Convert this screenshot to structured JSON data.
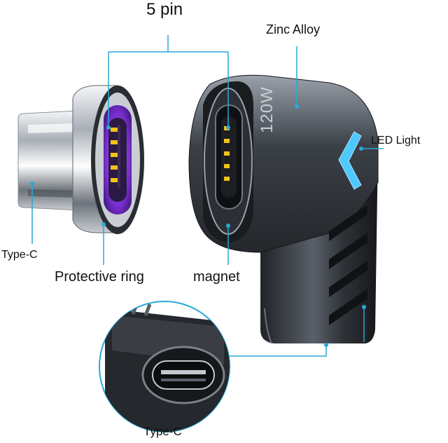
{
  "labels": {
    "pin_count": "5 pin",
    "body_material": "Zinc Alloy",
    "indicator": "LED Light",
    "left_connector": "Type-C",
    "ring": "Protective ring",
    "magnet": "magnet",
    "bottom_connector": "Type-C",
    "power_rating": "120W"
  },
  "colors": {
    "callout_line": "#29a9d6",
    "led": "#4fc8ff",
    "ring_purple": "#8a3cd8",
    "pin_gold": "#f2c21a",
    "body_dark": "#2b2e33"
  }
}
